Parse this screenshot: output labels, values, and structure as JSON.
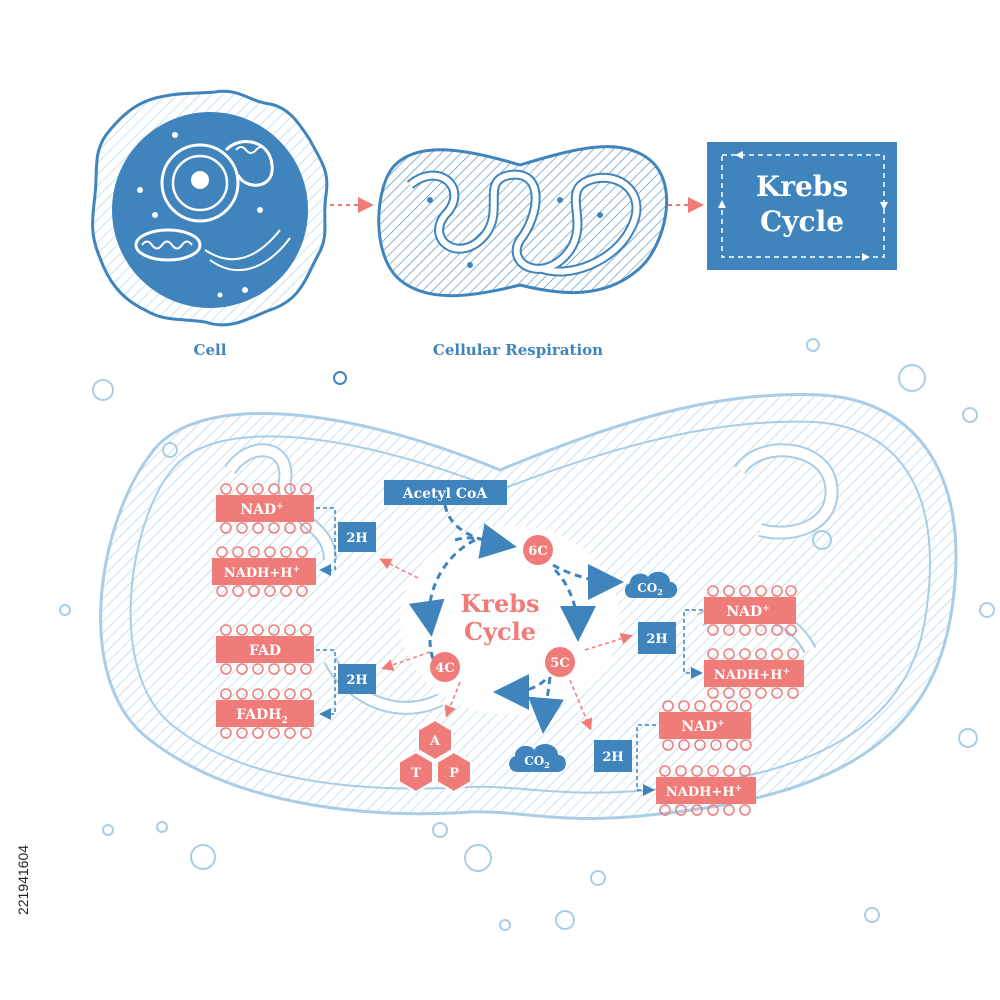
{
  "colors": {
    "blue": "#3f84bd",
    "light_blue": "#a9cde6",
    "pale_blue": "#dcebf6",
    "salmon": "#f07c7a",
    "dark_blue_text": "#2f6ea3",
    "white": "#ffffff"
  },
  "top": {
    "cell_label": "Cell",
    "respiration_label": "Cellular Respiration",
    "krebs_box_line1": "Krebs",
    "krebs_box_line2": "Cycle"
  },
  "cycle": {
    "title_line1": "Krebs",
    "title_line2": "Cycle",
    "acetyl": "Acetyl CoA",
    "node_6c": "6C",
    "node_5c": "5C",
    "node_4c": "4C",
    "co2_a": "CO",
    "co2_a_sub": "2",
    "co2_b": "CO",
    "co2_b_sub": "2"
  },
  "left": {
    "nad": "NAD",
    "nad_sup": "+",
    "nadh": "NADH+H",
    "nadh_sup": "+",
    "fad": "FAD",
    "fadh": "FADH",
    "fadh_sub": "2",
    "h_top": "2H",
    "h_bottom": "2H"
  },
  "right": {
    "nad1": "NAD",
    "nad1_sup": "+",
    "nadh1": "NADH+H",
    "nadh1_sup": "+",
    "nad2": "NAD",
    "nad2_sup": "+",
    "nadh2": "NADH+H",
    "nadh2_sup": "+",
    "h_top": "2H",
    "h_bottom": "2H"
  },
  "atp": {
    "a": "A",
    "t": "T",
    "p": "P"
  },
  "stock_id": "221941604"
}
